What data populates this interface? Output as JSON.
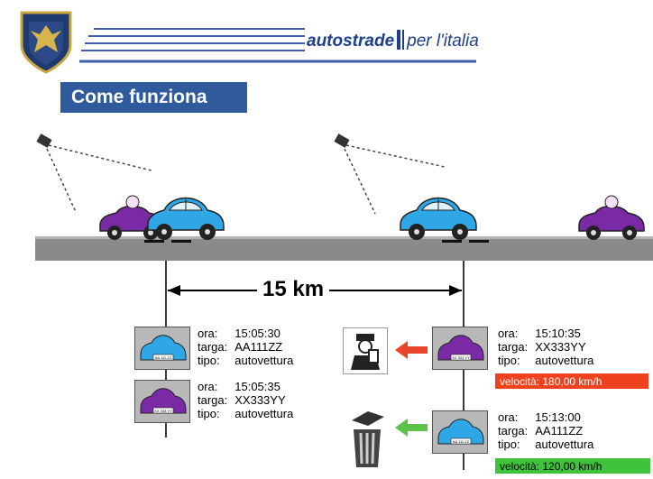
{
  "header": {
    "brand_main": "autostrade",
    "brand_rest": "per l'italia",
    "title": "Come funziona"
  },
  "diagram": {
    "distance_label": "15 km",
    "readings": [
      {
        "ora_label": "ora:",
        "ora": "15:05:30",
        "targa_label": "targa:",
        "targa": "AA111ZZ",
        "tipo_label": "tipo:",
        "tipo": "autovettura",
        "plate": "AA 111 ZZ"
      },
      {
        "ora_label": "ora:",
        "ora": "15:05:35",
        "targa_label": "targa:",
        "targa": "XX333YY",
        "tipo_label": "tipo:",
        "tipo": "autovettura",
        "plate": "XX 333 YY"
      },
      {
        "ora_label": "ora:",
        "ora": "15:10:35",
        "targa_label": "targa:",
        "targa": "XX333YY",
        "tipo_label": "tipo:",
        "tipo": "autovettura",
        "plate": "XX 333 YY",
        "velocita": "velocità: 180,00 km/h"
      },
      {
        "ora_label": "ora:",
        "ora": "15:13:00",
        "targa_label": "targa:",
        "targa": "AA111ZZ",
        "tipo_label": "tipo:",
        "tipo": "autovettura",
        "plate": "AA 111 ZZ",
        "velocita": "velocità: 120,00 km/h"
      }
    ]
  },
  "colors": {
    "title_bg": "#2f5a9c",
    "car_blue": "#2fa7e6",
    "car_purple": "#7a2aa5",
    "speed_over": "#f0411e",
    "speed_ok": "#3ec33a",
    "arrow_red": "#e8442c",
    "arrow_green": "#5cc24a"
  },
  "icons": [
    "police-crest-icon",
    "camera-icon",
    "police-officer-icon",
    "trash-bin-icon"
  ]
}
